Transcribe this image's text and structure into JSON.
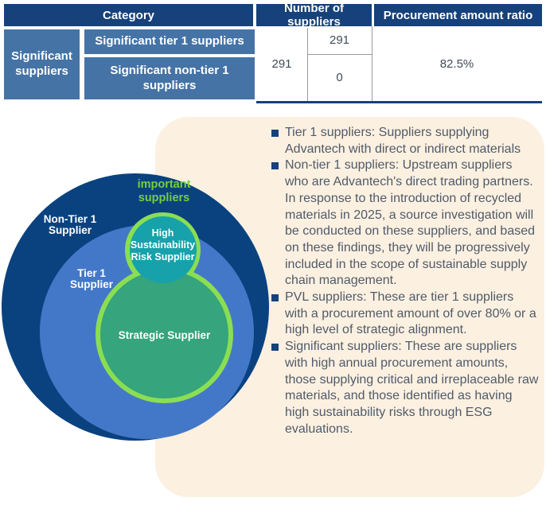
{
  "table": {
    "headers": {
      "category": "Category",
      "num_suppliers": "Number of suppliers",
      "ratio": "Procurement amount ratio"
    },
    "body": {
      "group_label": "Significant suppliers",
      "row1_label": "Significant tier 1 suppliers",
      "row2_label": "Significant non-tier 1 suppliers",
      "total_count": "291",
      "tier1_count": "291",
      "nontier1_count": "0",
      "ratio_value": "82.5%"
    }
  },
  "diagram": {
    "important_label": "important\nsuppliers",
    "non_tier1_label": "Non-Tier 1\nSupplier",
    "tier1_label": "Tier 1\nSupplier",
    "hsr_label": "High\nSustainability\nRisk Supplier",
    "strategic_label": "Strategic Supplier"
  },
  "notes": {
    "items": [
      "Tier 1 suppliers: Suppliers supplying Advantech with direct or indirect materials",
      "Non-tier 1 suppliers: Upstream suppliers who are Advantech's direct trading partners. In response to the introduction of recycled materials in 2025, a source investigation will be conducted on these suppliers, and based on these findings, they will be progressively included in the scope of sustainable supply chain management.",
      "PVL suppliers: These are tier 1 suppliers with a procurement amount of over 80% or a high level of strategic alignment.",
      "Significant suppliers: These are suppliers with high annual procurement amounts, those supplying critical and irreplaceable raw materials, and those identified as having high sustainability risks through ESG evaluations."
    ]
  },
  "colors": {
    "header_navy": "#16417A",
    "cell_blue": "#4573A5",
    "outer_circle_navy": "#0A4280",
    "tier1_circle_blue": "#4378C8",
    "strategic_green": "#36A47C",
    "hsr_teal": "#17A1AB",
    "ring_green": "#8BDE52",
    "important_text_green": "#74D03A",
    "panel_cream": "#FCF0E1",
    "note_text": "#4F5B69"
  }
}
